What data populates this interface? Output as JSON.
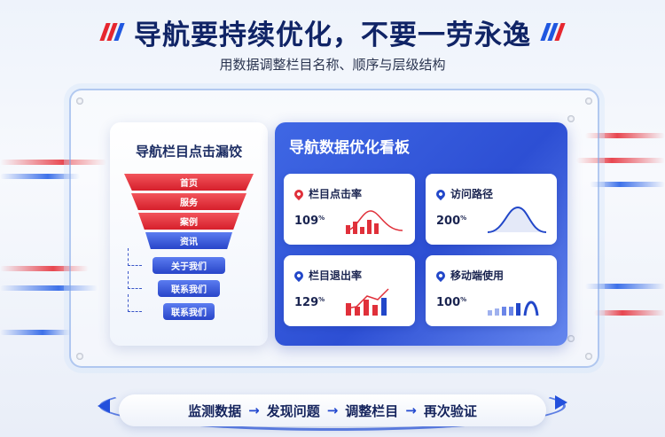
{
  "header": {
    "title": "导航要持续优化，不要一劳永逸",
    "subtitle": "用数据调整栏目名称、顺序与层级结构"
  },
  "funnel": {
    "title": "导航栏目点击漏饺",
    "layers": [
      "首页",
      "服务",
      "案例",
      "资讯",
      "关于我们",
      "联系我们",
      "联系我们"
    ]
  },
  "dashboard": {
    "title": "导航数据优化看板",
    "cards": [
      {
        "label": "栏目点击率",
        "value": "109",
        "unit": "%"
      },
      {
        "label": "访问路径",
        "value": "200",
        "unit": "%"
      },
      {
        "label": "栏目退出率",
        "value": "129",
        "unit": "%"
      },
      {
        "label": "移动端使用",
        "value": "100",
        "unit": "%"
      }
    ]
  },
  "process": {
    "steps": [
      "监测数据",
      "发现问题",
      "调整栏目",
      "再次验证"
    ],
    "arrow": "→"
  },
  "colors": {
    "accent_red": "#e6262f",
    "accent_blue": "#1f57e0",
    "navy": "#102466"
  }
}
